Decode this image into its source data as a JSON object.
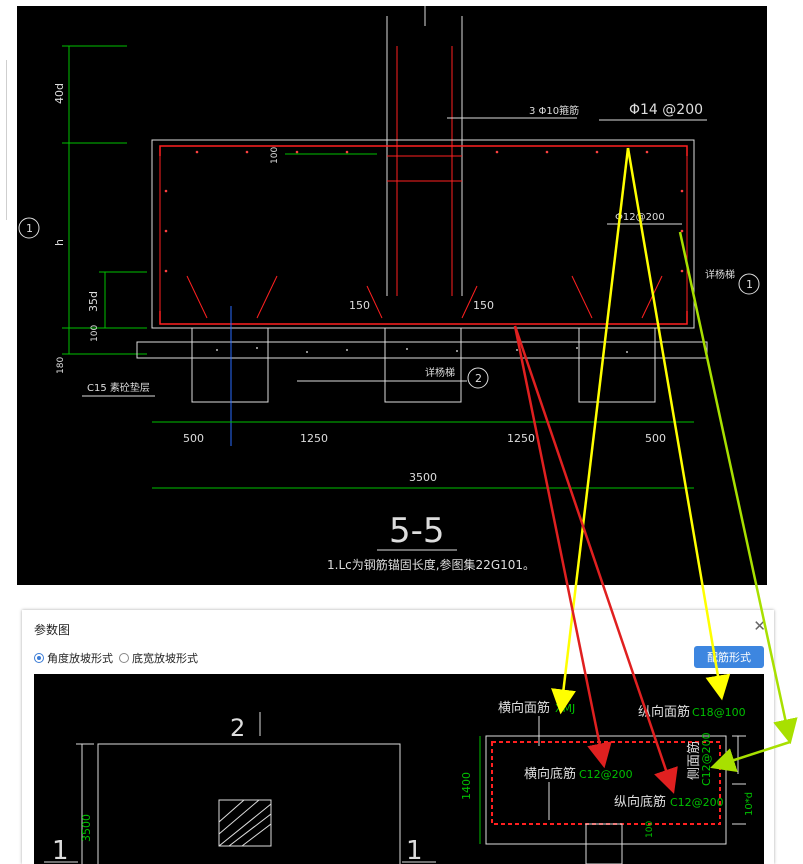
{
  "drawing": {
    "dim_40d": "40d",
    "dim_h": "h",
    "dim_35d": "35d",
    "dim_100": "100",
    "dim_100_small": "100",
    "dim_180": "180",
    "marker_1": "1",
    "label_3c10": "3 Φ10箍筋",
    "label_top_bar": "Φ14 @200",
    "label_side_bar": "Φ12@200",
    "label_detail": "详杨梯",
    "dim_150_a": "150",
    "dim_150_b": "150",
    "label_mid": "详杨梯",
    "marker_2": "2",
    "label_c15": "C15  素砼垫层",
    "dim_500_a": "500",
    "dim_1250_a": "1250",
    "dim_1250_b": "1250",
    "dim_500_b": "500",
    "dim_3500": "3500",
    "section_title": "5-5",
    "note": "1.Lc为钢筋锚固长度,参图集22G101。"
  },
  "dialog": {
    "title": "参数图",
    "close_icon": "close-icon",
    "radio_angle": "角度放坡形式",
    "radio_width": "底宽放坡形式",
    "config_button": "配筋形式"
  },
  "param": {
    "marker_2": "2",
    "marker_1_left": "1",
    "marker_1_right": "1",
    "dim_3500": "3500",
    "dim_1400": "1400",
    "lbl_hx_face": "横向面筋",
    "val_hx_face": "XMJ",
    "lbl_zx_face": "纵向面筋",
    "val_zx_face": "C18@100",
    "lbl_side": "侧面筋",
    "val_side": "C12@200",
    "lbl_hx_bottom": "横向底筋",
    "val_hx_bottom": "C12@200",
    "lbl_zx_bottom": "纵向底筋",
    "val_zx_bottom": "C12@200",
    "dim_10d": "10*d",
    "dim_100": "100"
  },
  "colors": {
    "cad_bg": "#000000",
    "green_dim": "#00c000",
    "red_bar": "#ff2020",
    "yellow_arrow": "#ffff00",
    "lime_arrow": "#a8e000",
    "red_arrow": "#e02020",
    "accent": "#3d86e0"
  }
}
